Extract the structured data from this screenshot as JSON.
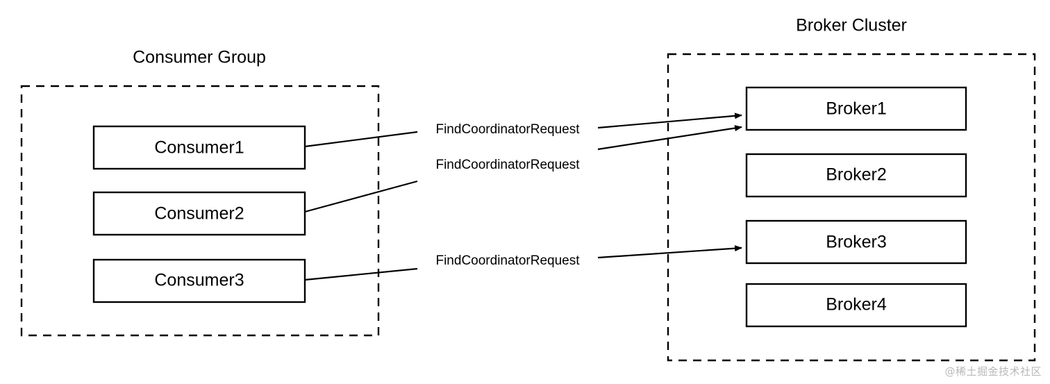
{
  "diagram": {
    "title_consumer_group": "Consumer Group",
    "title_broker_cluster": "Broker Cluster",
    "consumers": [
      {
        "label": "Consumer1"
      },
      {
        "label": "Consumer2"
      },
      {
        "label": "Consumer3"
      }
    ],
    "brokers": [
      {
        "label": "Broker1"
      },
      {
        "label": "Broker2"
      },
      {
        "label": "Broker3"
      },
      {
        "label": "Broker4"
      }
    ],
    "edges": [
      {
        "label": "FindCoordinatorRequest",
        "from": "Consumer1",
        "to": "Broker1"
      },
      {
        "label": "FindCoordinatorRequest",
        "from": "Consumer2",
        "to": "Broker1"
      },
      {
        "label": "FindCoordinatorRequest",
        "from": "Consumer3",
        "to": "Broker3"
      }
    ],
    "watermark": "@稀土掘金技术社区",
    "colors": {
      "stroke": "#000000",
      "fill": "#ffffff",
      "watermark": "#b9b9b9"
    }
  }
}
